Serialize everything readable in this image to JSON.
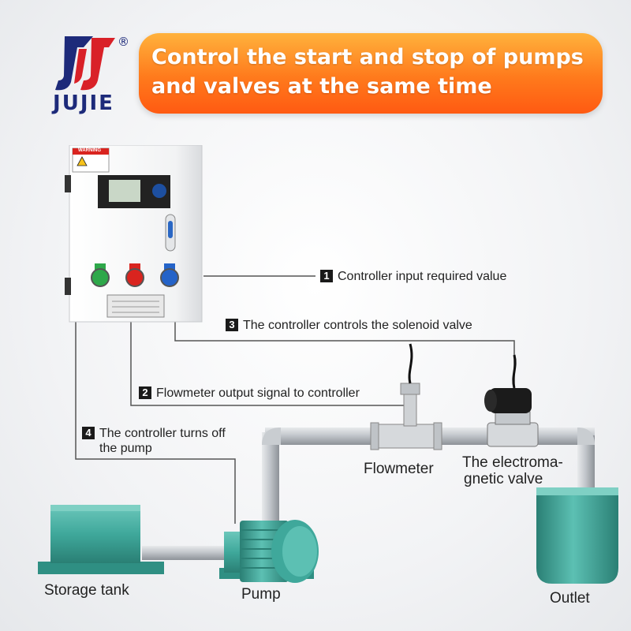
{
  "brand": {
    "name": "JUJIE",
    "registered_mark": "®",
    "logo_letters": "JJ"
  },
  "banner": {
    "line1": "Control the start and stop of pumps",
    "line2": "and valves at the same time"
  },
  "panel_sign": {
    "warning_text": "WARNING"
  },
  "steps": [
    {
      "num": "1",
      "text": "Controller input required value"
    },
    {
      "num": "3",
      "text": "The controller controls the solenoid valve"
    },
    {
      "num": "2",
      "text": "Flowmeter output signal to controller"
    },
    {
      "num": "4",
      "text_line1": "The controller turns off",
      "text_line2": "the pump"
    }
  ],
  "labels": {
    "flowmeter": "Flowmeter",
    "valve_line1": "The electroma-",
    "valve_line2": "gnetic valve",
    "storage_tank": "Storage tank",
    "pump": "Pump",
    "outlet": "Outlet"
  },
  "colors": {
    "brand_blue": "#1d2a7a",
    "banner_orange": "#ff7a1c",
    "equipment_teal": "#3fa89b",
    "pipe_steel": "#b9bdc2",
    "button_green": "#2ea84a",
    "button_red": "#d9241f",
    "button_blue": "#2463c8"
  }
}
